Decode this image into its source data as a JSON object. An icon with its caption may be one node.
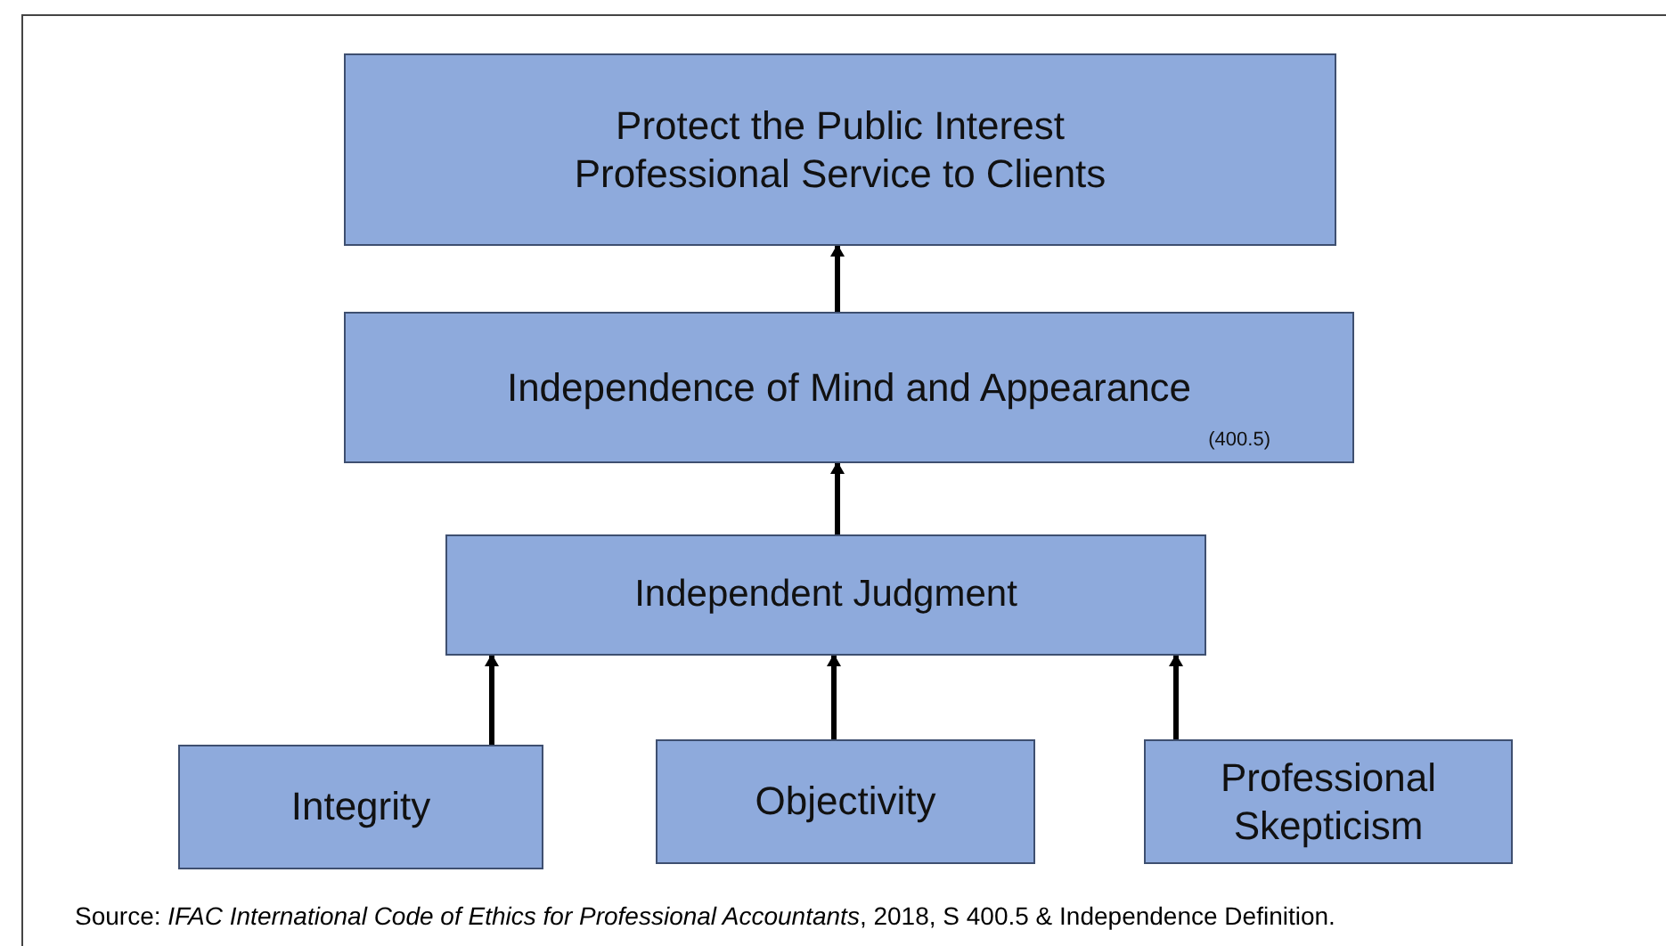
{
  "diagram": {
    "nodes": [
      {
        "text": [
          "Protect the Public Interest",
          "Professional Service to Clients"
        ]
      },
      {
        "text": [
          "Independence of Mind and Appearance",
          "(400.5)"
        ]
      },
      {
        "text": [
          "Independent Judgment"
        ]
      },
      {
        "text": [
          "Integrity"
        ]
      },
      {
        "text": [
          "Objectivity"
        ]
      },
      {
        "text": [
          "Professional Skepticism"
        ]
      }
    ],
    "edges": [
      {
        "from": 1,
        "to": 0,
        "arrow": "to"
      },
      {
        "from": 2,
        "to": 1,
        "arrow": "to"
      },
      {
        "from": 3,
        "to": 2,
        "arrow": "to"
      },
      {
        "from": 4,
        "to": 2,
        "arrow": "to"
      },
      {
        "from": 5,
        "to": 2,
        "arrow": "to"
      }
    ],
    "caption": "Source: *IFAC International Code of Ethics for Professional Accountants*, 2018, S 400.5 & Independence Definition."
  }
}
